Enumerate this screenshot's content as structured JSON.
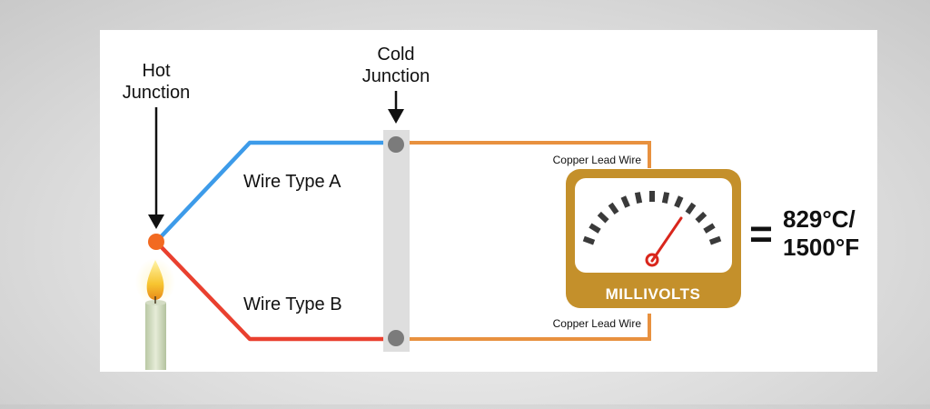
{
  "labels": {
    "hot_junction_line1": "Hot",
    "hot_junction_line2": "Junction",
    "cold_junction_line1": "Cold",
    "cold_junction_line2": "Junction",
    "wire_a": "Wire Type A",
    "wire_b": "Wire Type B",
    "copper_top": "Copper Lead Wire",
    "copper_bottom": "Copper Lead Wire",
    "meter": "MILLIVOLTS",
    "equals": "=",
    "reading_line1": "829°C/",
    "reading_line2": "1500°F"
  },
  "colors": {
    "wire_a": "#3d9be9",
    "wire_b": "#e9402f",
    "copper": "#e8913f",
    "meter_frame": "#c4902b",
    "meter_face": "#ffffff",
    "needle": "#d9261c",
    "junction_dot": "#f26a21",
    "terminal_block": "#dedede",
    "terminal": "#7b7b7b"
  }
}
